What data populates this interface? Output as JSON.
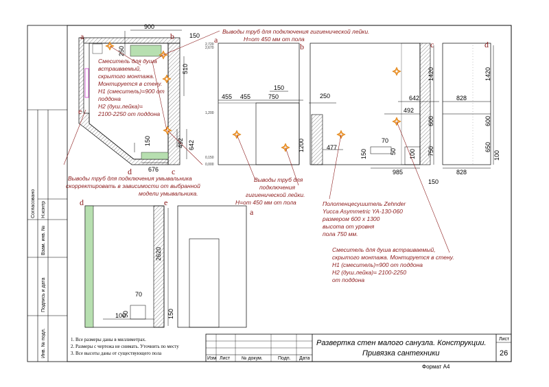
{
  "plan_dims": {
    "d900": "900",
    "d150": "150",
    "d250": "250",
    "d510": "510",
    "d492": "492",
    "d642": "642",
    "d676": "676",
    "d150b": "150"
  },
  "plan_letters": {
    "a": "a",
    "b": "b",
    "c": "c",
    "d": "d",
    "e": "e"
  },
  "elev_ab": {
    "a": "a",
    "b": "b",
    "a2": "a",
    "l2720": "2,720",
    "l2670": "2,670",
    "l1200": "1,200",
    "l0150": "0,150",
    "l0000": "0,000",
    "d455a": "455",
    "d455b": "455",
    "d750": "750",
    "d150": "150",
    "d1200": "1200",
    "d250": "250",
    "d477": "477"
  },
  "elev_bc": {
    "c": "c",
    "d": "d",
    "d1420a": "1420",
    "d1420b": "1420",
    "d642": "642",
    "d492": "492",
    "d600a": "600",
    "d600b": "600",
    "d750": "750",
    "d650": "650",
    "d100": "100",
    "d828a": "828",
    "d828b": "828",
    "d70": "70",
    "d150": "150",
    "d50": "50",
    "d100b": "100",
    "d985": "985",
    "d150b": "150"
  },
  "elev_de": {
    "d": "d",
    "e": "e",
    "d2620": "2620",
    "d70": "70",
    "d100": "100",
    "d50": "50",
    "d150": "150"
  },
  "notes": {
    "n1": [
      "Выводы труб для подключения гигиенической лейки.",
      "Н=от 450 мм от пола"
    ],
    "n2": [
      "Смеситель для душа",
      "встраиваемый,",
      "скрытого монтажа.",
      "Монтируется в стену.",
      "Н1 (смеситель)=900 от",
      "поддона",
      "Н2 (душ.лейка)=",
      "2100-2250 от поддона"
    ],
    "n3": [
      "Выводы труб для подключения умывальника",
      "скорректировать в зависимости от выбранной",
      "модели умывальника."
    ],
    "n4": [
      "Выводы труб для",
      "подключения",
      "гигиенической лейки.",
      "Н=от 450 мм от пола"
    ],
    "n5": [
      "Полотенцесушитель Zehnder",
      "Yucca Asymmetric YA-130-060",
      "размером 600 х 1300",
      "высота от уровня",
      "пола 750 мм."
    ],
    "n6": [
      "Смеситель для душа встраиваемый,",
      "скрытого монтажа. Монтируется в стену.",
      "Н1 (смеситель)=900 от поддона",
      "Н2 (душ.лейка)= 2100-2250",
      "от поддона"
    ]
  },
  "general_notes": [
    "1.    Все размеры даны в миллиметрах.",
    "2.    Размеры с чертежа не снимать. Уточнить по месту",
    "3.    Все высоты даны от существующего пола"
  ],
  "side_stamp": [
    "Согласовано",
    "Н.контр",
    "Взам. инв. №",
    "Подпись и дата",
    "Инв. № подл."
  ],
  "title_block": {
    "title1": "Развертка стен малого санузла. Конструкции.",
    "title2": "Привязка сантехники",
    "sheet_label": "Лист",
    "sheet_num": "26",
    "cols": [
      "Изм",
      "Лист",
      "№ докум.",
      "Подп.",
      "Дата"
    ],
    "format": "Формат А4"
  },
  "colors": {
    "line": "#000000",
    "red": "#8b1a1a",
    "green": "#b7dfb0",
    "orange": "#f7a043"
  }
}
